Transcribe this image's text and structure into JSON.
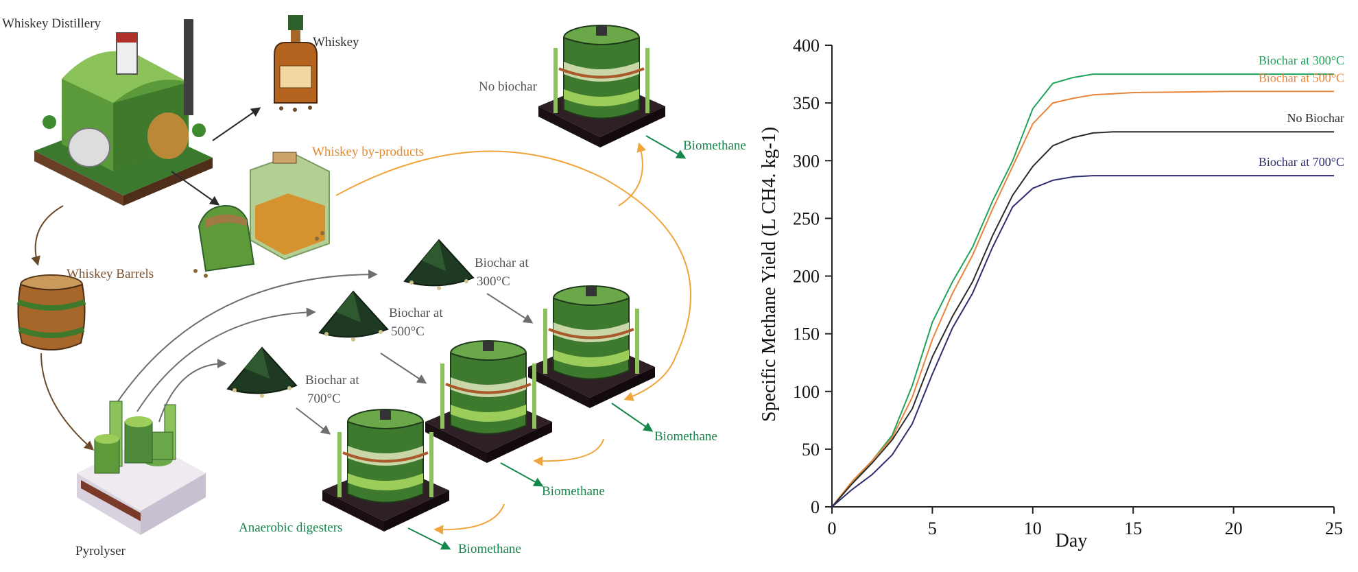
{
  "process": {
    "distillery_label": "Whiskey Distillery",
    "whiskey_label": "Whiskey",
    "byproducts_label": "Whiskey by-products",
    "barrels_label": "Whiskey Barrels",
    "pyrolyser_label": "Pyrolyser",
    "no_biochar_label": "No biochar",
    "biochar_300_line1": "Biochar at",
    "biochar_300_line2": "300°C",
    "biochar_500_line1": "Biochar at",
    "biochar_500_line2": "500°C",
    "biochar_700_line1": "Biochar at",
    "biochar_700_line2": "700°C",
    "digesters_label": "Anaerobic digesters",
    "biomethane_label": "Biomethane"
  },
  "colors": {
    "green_dark": "#2f5f2a",
    "green_mid": "#4e9a3a",
    "green_light": "#9ccc5a",
    "orange_arrow": "#f0a43a",
    "grey_arrow": "#6e6e6e",
    "brown_arrow": "#6b4a2b",
    "biomethane_green": "#14874a"
  },
  "chart_data": {
    "type": "line",
    "xlabel": "Day",
    "ylabel": "Specific Methane Yield (L CH4. kg-1)",
    "xlim": [
      0,
      25
    ],
    "ylim": [
      0,
      400
    ],
    "xticks": [
      "0",
      "5",
      "10",
      "15",
      "20",
      "25"
    ],
    "yticks": [
      "0",
      "50",
      "100",
      "150",
      "200",
      "250",
      "300",
      "350",
      "400"
    ],
    "grid": false,
    "series": [
      {
        "name": "Biochar at 300°C",
        "color": "#1fa25a",
        "x": [
          0,
          1,
          2,
          3,
          4,
          5,
          6,
          7,
          8,
          9,
          10,
          11,
          12,
          13,
          14,
          15,
          20,
          25
        ],
        "y": [
          0,
          20,
          40,
          62,
          105,
          160,
          195,
          225,
          265,
          300,
          345,
          367,
          372,
          375,
          375,
          375,
          375,
          375
        ]
      },
      {
        "name": "Biochar at 500°C",
        "color": "#e8843a",
        "x": [
          0,
          1,
          2,
          3,
          4,
          5,
          6,
          7,
          8,
          9,
          10,
          11,
          12,
          13,
          14,
          15,
          20,
          25
        ],
        "y": [
          0,
          22,
          40,
          60,
          95,
          145,
          185,
          218,
          258,
          295,
          332,
          350,
          354,
          357,
          358,
          359,
          360,
          360
        ]
      },
      {
        "name": "No Biochar",
        "color": "#2a2a2a",
        "x": [
          0,
          1,
          2,
          3,
          4,
          5,
          6,
          7,
          8,
          9,
          10,
          11,
          12,
          13,
          14,
          15,
          20,
          25
        ],
        "y": [
          0,
          20,
          38,
          58,
          85,
          130,
          165,
          195,
          235,
          270,
          295,
          313,
          320,
          324,
          325,
          325,
          325,
          325
        ]
      },
      {
        "name": "Biochar at 700°C",
        "color": "#2c2c6e",
        "x": [
          0,
          1,
          2,
          3,
          4,
          5,
          6,
          7,
          8,
          9,
          10,
          11,
          12,
          13,
          14,
          15,
          20,
          25
        ],
        "y": [
          0,
          15,
          28,
          45,
          72,
          115,
          155,
          185,
          225,
          260,
          276,
          283,
          286,
          287,
          287,
          287,
          287,
          287
        ]
      }
    ]
  }
}
